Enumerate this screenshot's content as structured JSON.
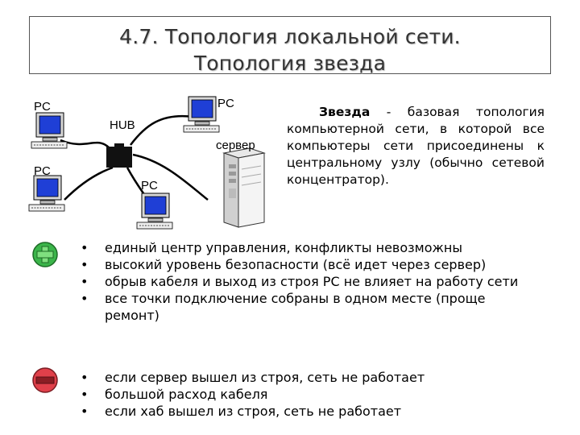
{
  "title": {
    "line1": "4.7. Топология локальной сети.",
    "line2": "Топология звезда"
  },
  "diagram": {
    "pc_label": "PC",
    "hub_label": "HUB",
    "server_label": "сервер"
  },
  "description": {
    "term": "Звезда",
    "separator": " - ",
    "text": "базовая топология компьютерной сети, в которой все компьютеры сети присоединены к центральному узлу (обычно сетевой концентратор)."
  },
  "advantages": [
    "единый центр управления, конфликты невозможны",
    "высокий уровень безопасности (всё идет через сервер)",
    "обрыв кабеля и выход из строя РС не влияет на работу сети",
    "все точки подключение собраны в одном месте (проще ремонт)"
  ],
  "disadvantages": [
    "если сервер вышел из строя, сеть не работает",
    "большой расход кабеля",
    "если хаб вышел из строя, сеть не работает"
  ],
  "icons": {
    "plus": "plus-icon",
    "minus": "minus-icon"
  },
  "colors": {
    "plus_green": "#3bb54a",
    "minus_red": "#e0404a",
    "pc_screen": "#1f3fd6"
  }
}
